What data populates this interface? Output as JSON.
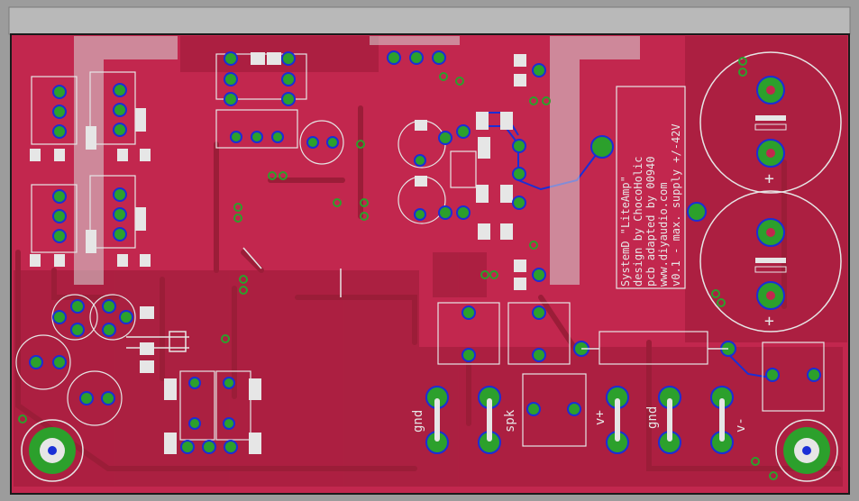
{
  "board": {
    "layer_colors": {
      "background": "#9c9c9c",
      "copper_top": "#c2274e",
      "copper_dark": "#9b1d38",
      "trace": "#b0213f",
      "pad_green": "#2ca02c",
      "via_blue": "#1a2fd6",
      "silkscreen": "#e6e6e6"
    },
    "info_lines": [
      "SystemD \"LiteAmp\"",
      "design by ChocoHolic",
      "pcb adapted by 00940",
      "www.diyaudio.com",
      "v0.1 - max. supply +/-42V"
    ],
    "connector_labels": {
      "gnd_left": "gnd",
      "spk": "spk",
      "v_plus": "v+",
      "gnd_right": "gnd",
      "v_minus": "v-"
    },
    "capacitor_polarity_marks": {
      "plus": "+"
    }
  }
}
